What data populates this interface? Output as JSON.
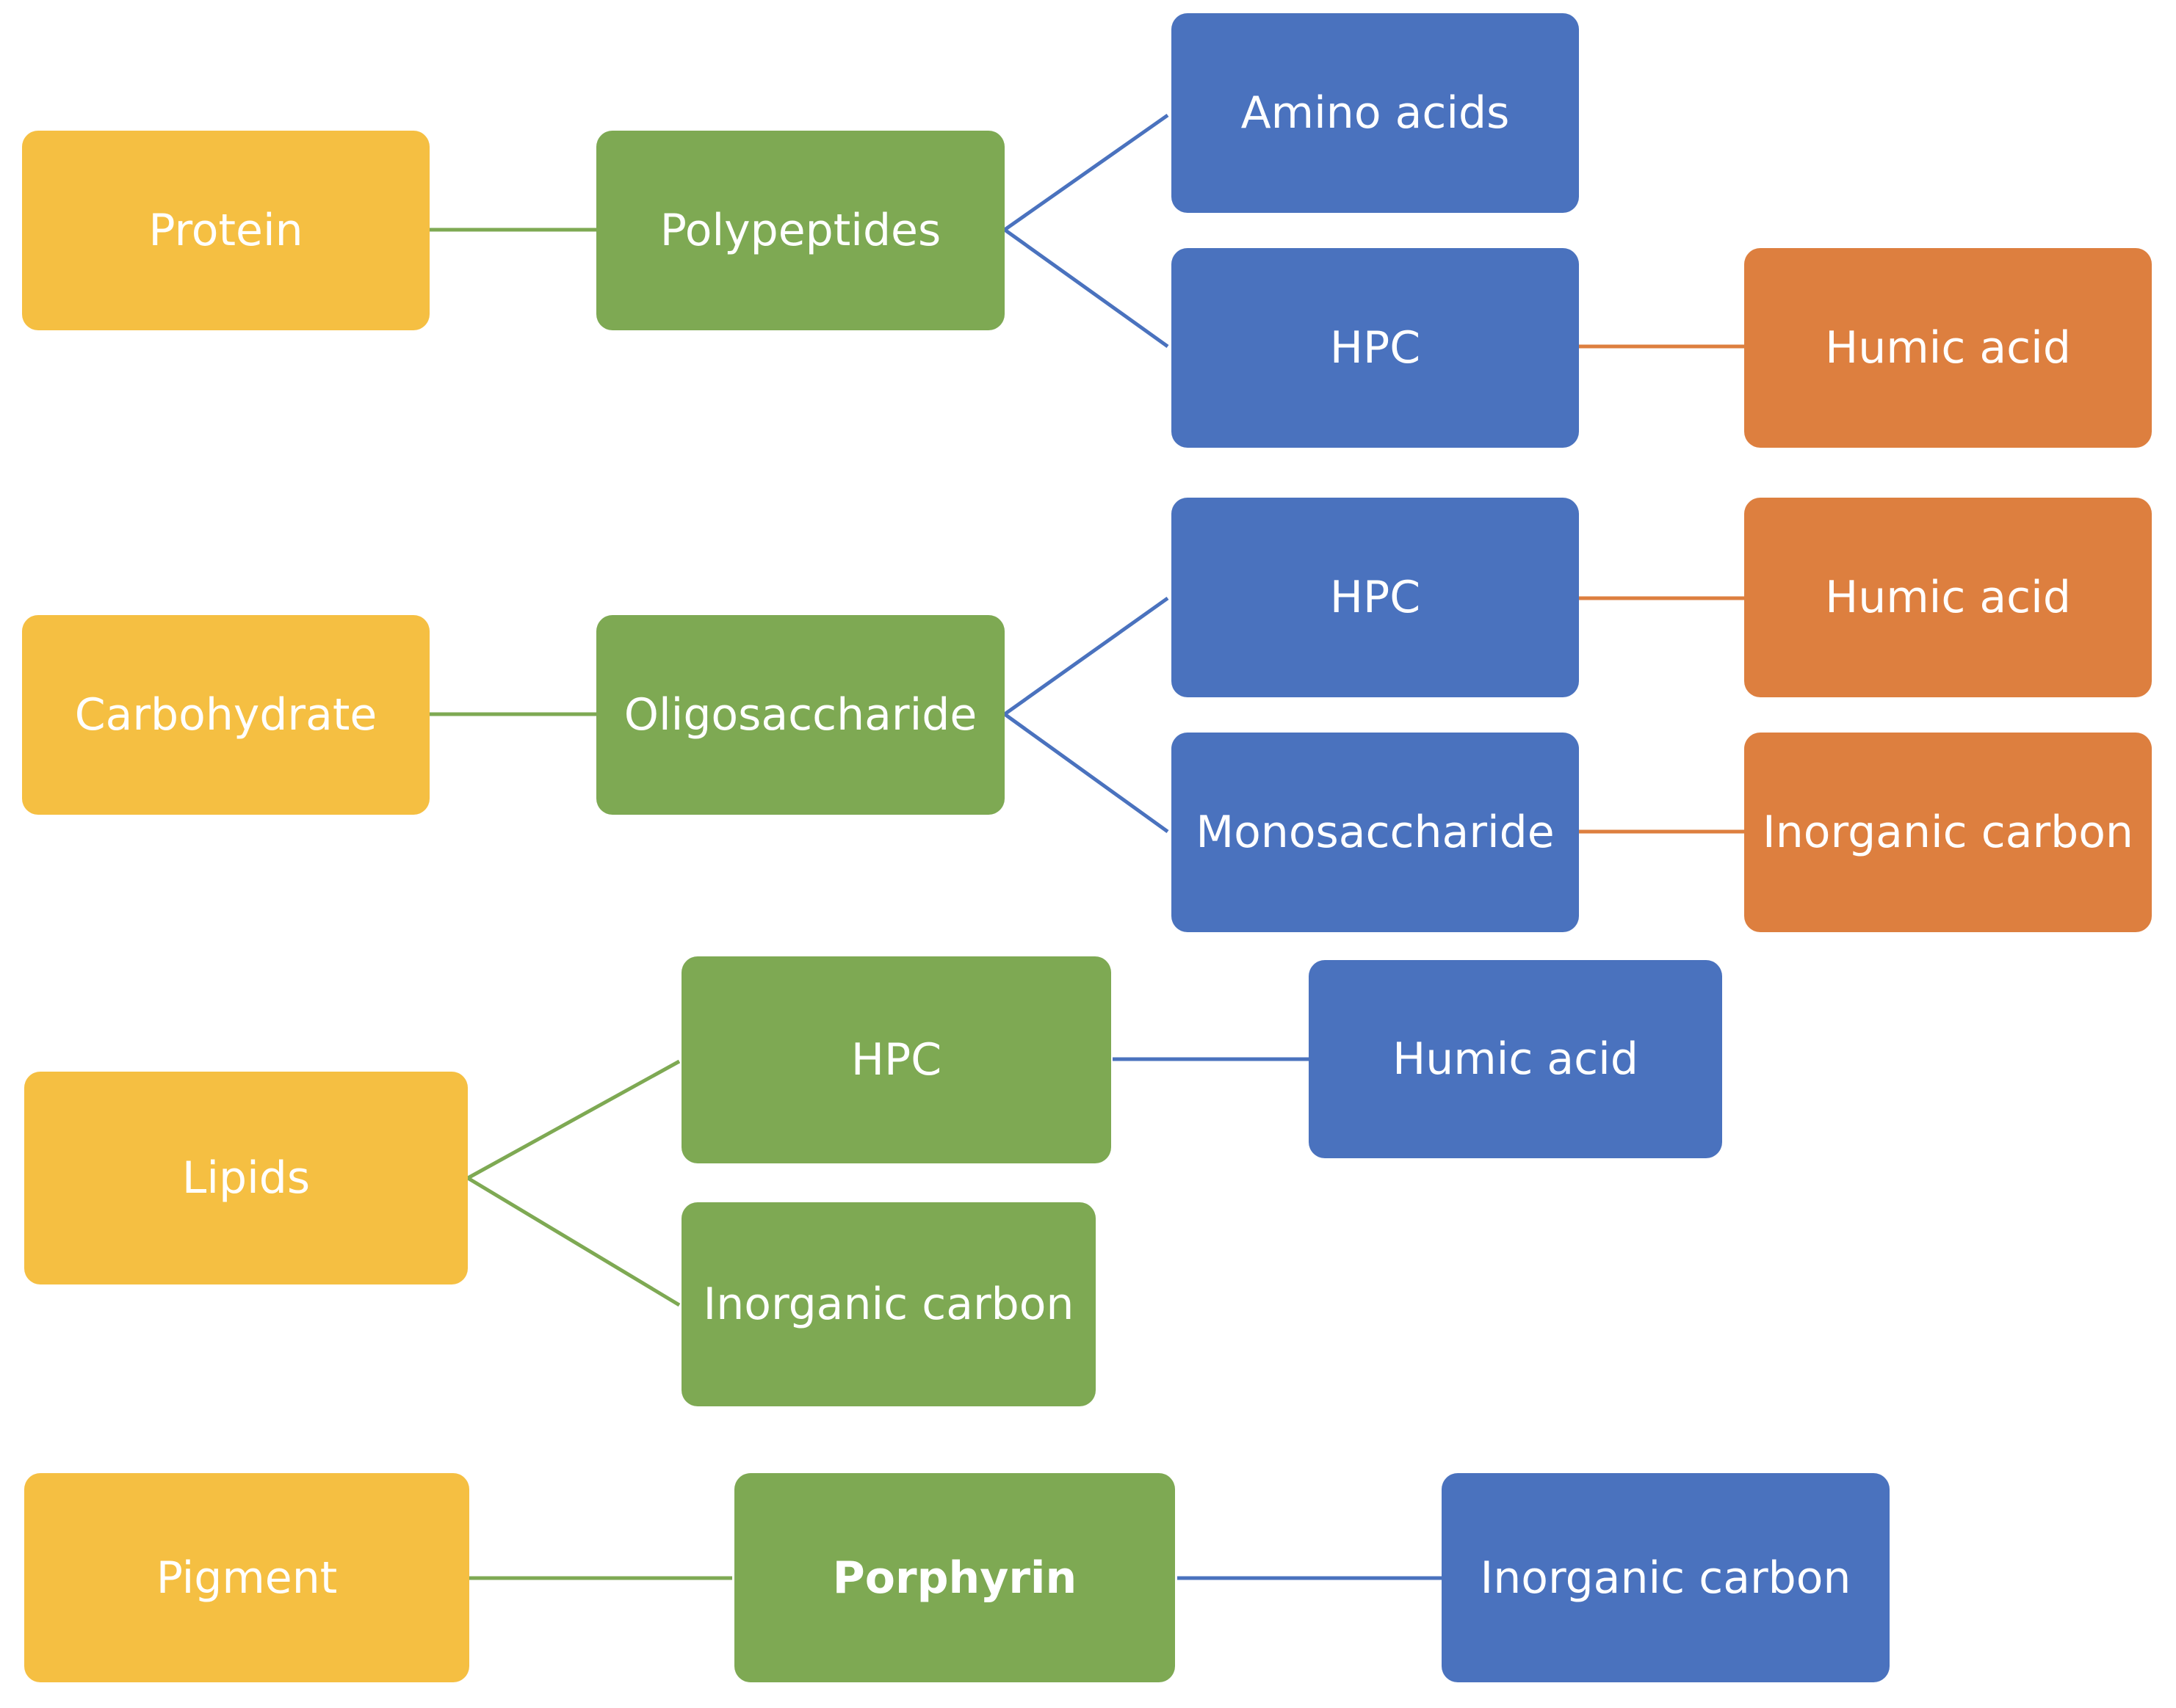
{
  "colors": {
    "yellow": "#F5BF42",
    "green": "#7EA953",
    "blue": "#4A72BE",
    "orange": "#DD7F3F"
  },
  "protein": {
    "source": "Protein",
    "intermediate": "Polypeptides",
    "product_1": "Amino acids",
    "product_2": "HPC",
    "final": "Humic acid"
  },
  "carbohydrate": {
    "source": "Carbohydrate",
    "intermediate": "Oligosaccharide",
    "product_1": "HPC",
    "product_2": "Monosaccharide",
    "final_1": "Humic acid",
    "final_2": "Inorganic carbon"
  },
  "lipids": {
    "source": "Lipids",
    "product_1": "HPC",
    "product_2": "Inorganic carbon",
    "final": "Humic acid"
  },
  "pigment": {
    "source": "Pigment",
    "intermediate": "Porphyrin",
    "final": "Inorganic carbon"
  }
}
